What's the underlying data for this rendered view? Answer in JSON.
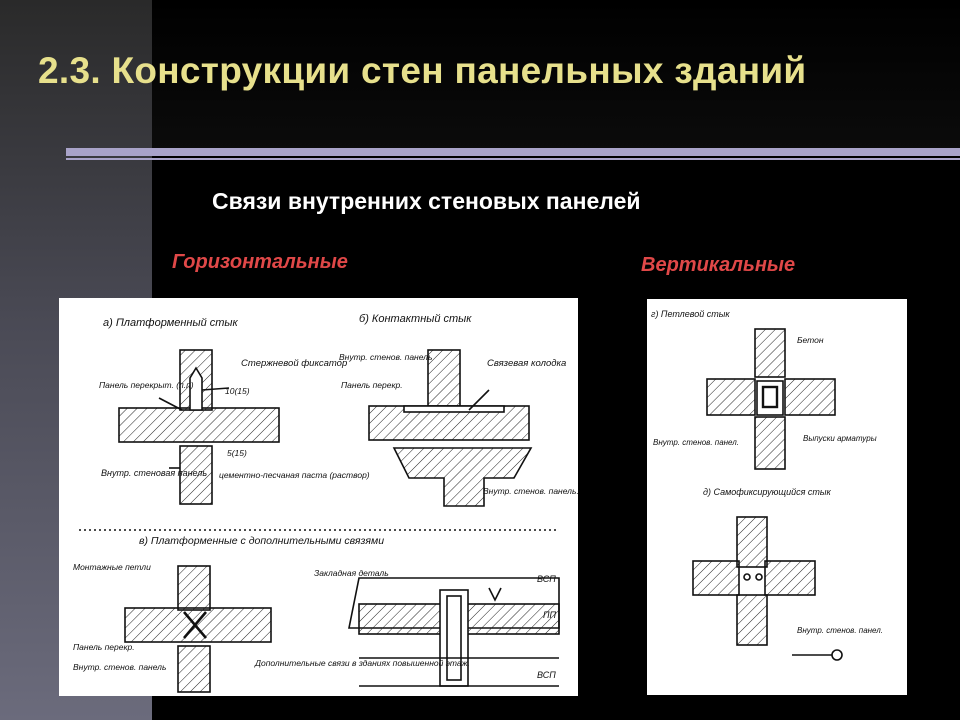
{
  "slide": {
    "title": "2.3. Конструкции стен панельных зданий",
    "subtitle": "Связи  внутренних стеновых панелей",
    "label_horizontal": "Горизонтальные",
    "label_vertical": "Вертикальные"
  },
  "colors": {
    "title": "#e7e08c",
    "label": "#e04848",
    "rule": "#a9a3c9"
  },
  "left_drawing": {
    "caption_a": "а) Платформенный стык",
    "caption_b": "б) Контактный стык",
    "caption_v": "в) Платформенные с дополнительными связями",
    "a_rod": "Стержневой фиксатор",
    "a_rod_dim": "10(15)",
    "a_panel_floor": "Панель перекрыт. (п.п)",
    "a_dim5": "5(15)",
    "a_inner_panel": "Внутр. стеновая панель",
    "a_mortar": "цементно-песчаная паста (раствор)",
    "b_inner_panel": "Внутр. стенов. панель",
    "b_floor_panel": "Панель перекр.",
    "b_block": "Связевая колодка",
    "b_inner_bottom": "Внутр. стенов. панель. (ВСП)",
    "v_loops": "Монтажные петли",
    "v_floor_panel": "Панель перекр.",
    "v_inner": "Внутр. стенов. панель",
    "v_embed": "Закладная деталь",
    "v_vsp_top": "ВСП",
    "v_pp": "ПП",
    "v_vsp_bottom": "ВСП",
    "v_extra": "Дополнительные связи в зданиях повышенной этаж."
  },
  "right_drawing": {
    "caption_g": "г) Петлевой стык",
    "concrete": "Бетон",
    "inner_panel_g": "Внутр. стенов. панел.",
    "rebar": "Выпуски арматуры",
    "caption_d": "д) Самофиксирующийся стык",
    "inner_panel_d": "Внутр. стенов. панел."
  }
}
